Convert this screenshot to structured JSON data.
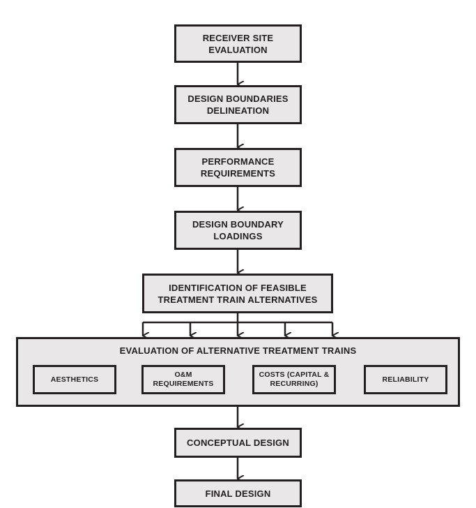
{
  "steps": {
    "receiver": "RECEIVER SITE\nEVALUATION",
    "boundaries": "DESIGN BOUNDARIES\nDELINEATION",
    "performance": "PERFORMANCE\nREQUIREMENTS",
    "loadings": "DESIGN BOUNDARY\nLOADINGS",
    "identification": "IDENTIFICATION OF FEASIBLE\nTREATMENT TRAIN ALTERNATIVES",
    "conceptual": "CONCEPTUAL DESIGN",
    "final": "FINAL DESIGN"
  },
  "evaluation": {
    "title": "EVALUATION OF ALTERNATIVE TREATMENT TRAINS",
    "criteria": {
      "aesthetics": "AESTHETICS",
      "om": "O&M\nREQUIREMENTS",
      "costs": "COSTS (CAPITAL &\nRECURRING)",
      "reliability": "RELIABILITY"
    }
  },
  "colors": {
    "box_fill": "#eae7e8",
    "stroke": "#231f20"
  }
}
